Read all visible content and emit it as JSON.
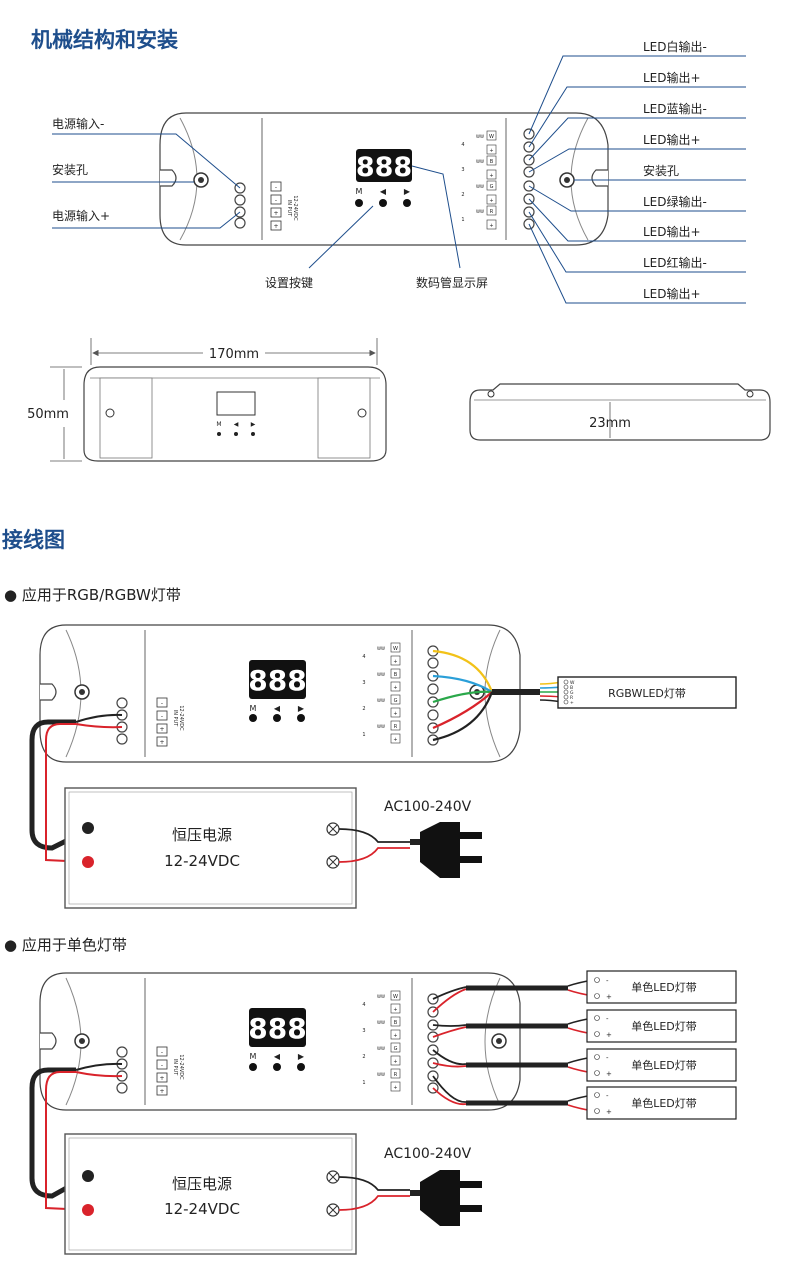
{
  "sections": {
    "structure_title": "机械结构和安装",
    "wiring_title": "接线图",
    "rgb_title": "应用于RGB/RGBW灯带",
    "mono_title": "应用于单色灯带"
  },
  "callouts": {
    "left": [
      "电源输入-",
      "安装孔",
      "电源输入+"
    ],
    "right": [
      "LED白输出-",
      "LED输出+",
      "LED蓝输出-",
      "LED输出+",
      "安装孔",
      "LED绿输出-",
      "LED输出+",
      "LED红输出-",
      "LED输出+"
    ],
    "bottom": [
      "设置按键",
      "数码管显示屏"
    ]
  },
  "device": {
    "display": "888",
    "buttons": [
      "M",
      "◀",
      "▶"
    ],
    "input_label": "IN PUT",
    "input_voltage": "12-24VDC",
    "input_terminals": [
      "-",
      "-",
      "+",
      "+"
    ],
    "channel_numbers": [
      "4",
      "3",
      "2",
      "1"
    ],
    "channel_colors": [
      "W",
      "B",
      "G",
      "R"
    ],
    "ww_label": "WW",
    "plus": "+"
  },
  "dimensions": {
    "width": "170mm",
    "height": "50mm",
    "depth": "23mm"
  },
  "wiring": {
    "power_supply_line1": "恒压电源",
    "power_supply_line2": "12-24VDC",
    "ac_label": "AC100-240V",
    "rgbw_strip": "RGBWLED灯带",
    "strip_pins": [
      "W",
      "B",
      "G",
      "R",
      "+"
    ],
    "mono_strip": "单色LED灯带",
    "mono_minus": "-",
    "mono_plus": "+"
  },
  "colors": {
    "title_blue": "#1e4e8c",
    "callout_line": "#1e4e8c",
    "wire_red": "#d9232b",
    "wire_black": "#222222",
    "wire_yellow": "#f2c218",
    "wire_blue": "#2a9fd8",
    "wire_green": "#2aa84a"
  }
}
